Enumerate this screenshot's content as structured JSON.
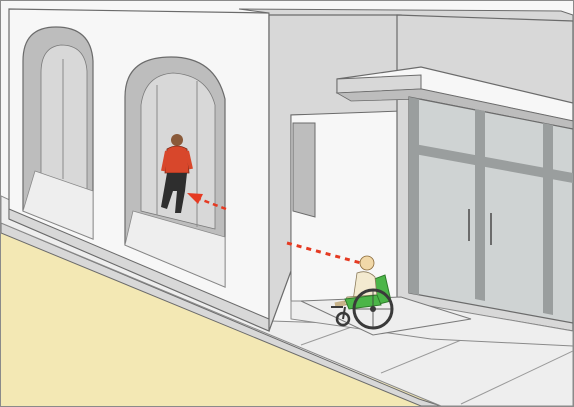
{
  "scene": {
    "subject": "accessible-building-entrance",
    "colors": {
      "ground": "#f3e8b4",
      "sidewalk": "#eeeeee",
      "wall_light": "#f7f7f7",
      "wall_shade": "#d8d8d8",
      "wall_dark": "#bdbdbd",
      "glass": "#cfd3d3",
      "frame_dark": "#9a9e9e",
      "outline": "#6b6b6b",
      "sightline": "#e53a22",
      "person_shirt": "#d8472b",
      "person_pants": "#2e2e2e",
      "chair_seat": "#4bb548",
      "chair_frame": "#3a3a3a"
    },
    "figures": [
      {
        "kind": "pedestrian",
        "icon": "walking-person-icon"
      },
      {
        "kind": "wheelchair-user",
        "icon": "wheelchair-user-icon"
      }
    ],
    "sightlines": [
      {
        "kind": "arrow",
        "icon": "dashed-arrow-icon"
      },
      {
        "kind": "dashed-line",
        "icon": "dashed-line-icon"
      }
    ]
  }
}
